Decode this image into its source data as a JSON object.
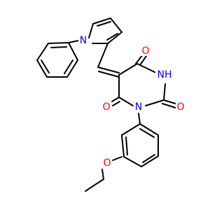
{
  "atoms": {
    "n_pyrrole": {
      "label": "N",
      "color": "#0000ff"
    },
    "o_c4": {
      "label": "O",
      "color": "#ff0000"
    },
    "nh": {
      "label": "NH",
      "color": "#0000ff"
    },
    "o_c2": {
      "label": "O",
      "color": "#ff0000"
    },
    "o_c6": {
      "label": "O",
      "color": "#ff0000"
    },
    "n1": {
      "label": "N",
      "color": "#0000ff"
    },
    "o_ether": {
      "label": "O",
      "color": "#ff0000"
    }
  },
  "colors": {
    "bond": "#000000",
    "background": "#ffffff"
  }
}
